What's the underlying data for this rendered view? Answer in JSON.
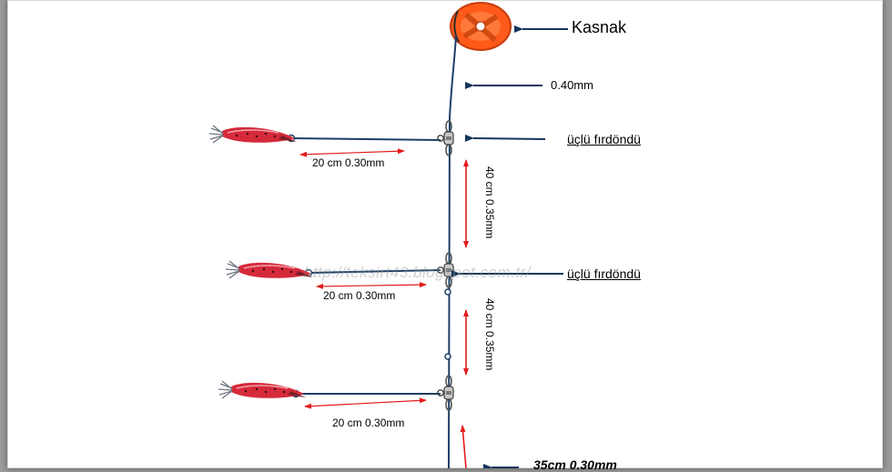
{
  "labels": {
    "reel": "Kasnak",
    "main_line": "0.40mm",
    "swivel_1": "üçlü fırdöndü",
    "swivel_2": "üçlü fırdöndü",
    "branch_1": "20 cm 0.30mm",
    "branch_2": "20 cm 0.30mm",
    "branch_3": "20 cm 0.30mm",
    "spacing_1": "40 cm 0.35mm",
    "spacing_2": "40 cm 0.35mm",
    "bottom": "35cm 0.30mm"
  },
  "watermark": "http://teksirt43.blogspot.com.tr/",
  "colors": {
    "line": "#1c3f66",
    "pointer_arrow": "#16365c",
    "measure_arrow": "#e31b1b",
    "reel": "#ff5a1a",
    "lure": "#d52a3a"
  }
}
